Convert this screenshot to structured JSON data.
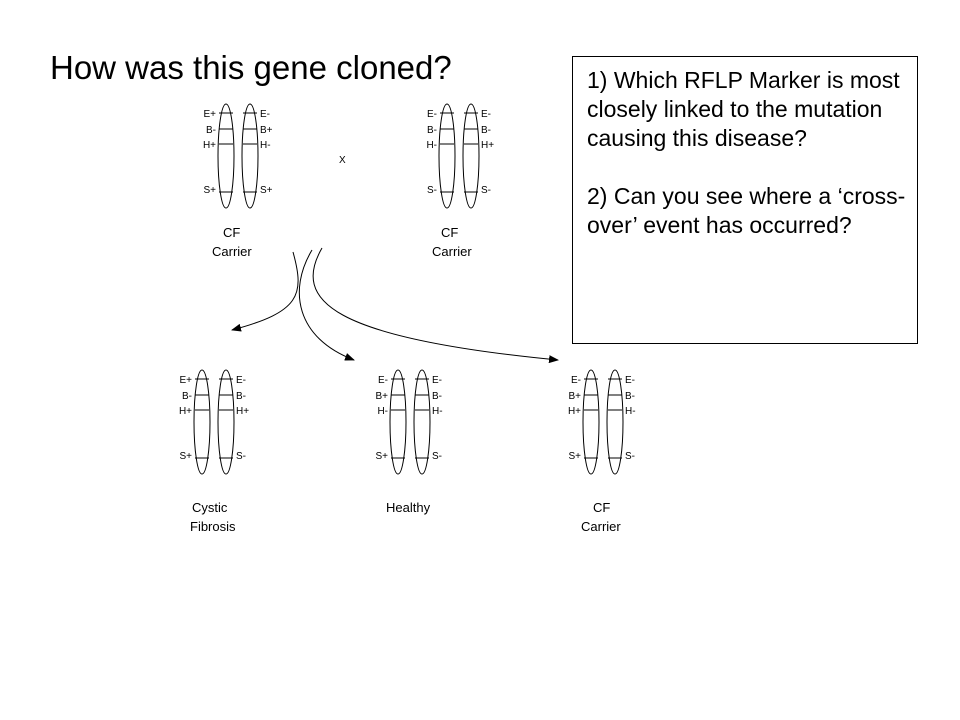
{
  "title": "How was this gene cloned?",
  "questions": [
    "1)  Which RFLP Marker is most closely linked to the mutation causing this disease?",
    "2)  Can you see where a ‘cross-over’ event has occurred?"
  ],
  "cross_symbol": "X",
  "individuals": [
    {
      "id": "parent-1",
      "left": [
        "E+",
        "B-",
        "H+",
        "S+"
      ],
      "right": [
        "E-",
        "B+",
        "H-",
        "S+"
      ],
      "caption": [
        "CF",
        "Carrier"
      ]
    },
    {
      "id": "parent-2",
      "left": [
        "E-",
        "B-",
        "H-",
        "S-"
      ],
      "right": [
        "E-",
        "B-",
        "H+",
        "S-"
      ],
      "caption": [
        "CF",
        "Carrier"
      ]
    },
    {
      "id": "child-1",
      "left": [
        "E+",
        "B-",
        "H+",
        "S+"
      ],
      "right": [
        "E-",
        "B-",
        "H+",
        "S-"
      ],
      "caption": [
        "Cystic",
        "Fibrosis"
      ]
    },
    {
      "id": "child-2",
      "left": [
        "E-",
        "B+",
        "H-",
        "S+"
      ],
      "right": [
        "E-",
        "B-",
        "H-",
        "S-"
      ],
      "caption": [
        "Healthy"
      ]
    },
    {
      "id": "child-3",
      "left": [
        "E-",
        "B+",
        "H+",
        "S+"
      ],
      "right": [
        "E-",
        "B-",
        "H-",
        "S-"
      ],
      "caption": [
        "CF",
        "Carrier"
      ]
    }
  ]
}
